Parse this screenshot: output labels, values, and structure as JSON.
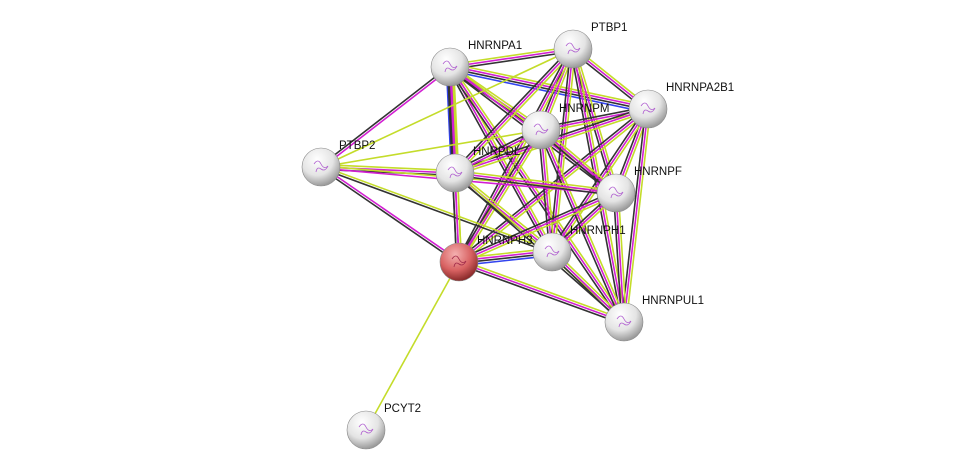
{
  "network": {
    "query_protein": "HNRNPH3",
    "nodes": [
      "HNRNPA1",
      "PTBP1",
      "HNRNPA2B1",
      "HNRNPM",
      "PTBP2",
      "HNRPDL",
      "HNRNPF",
      "HNRNPH3",
      "HNRNPH1",
      "HNRNPUL1",
      "PCYT2"
    ],
    "edges": [
      [
        "HNRNPA1",
        "PTBP1",
        [
          "y",
          "m",
          "k"
        ]
      ],
      [
        "HNRNPA1",
        "HNRNPA2B1",
        [
          "y",
          "m",
          "k",
          "b"
        ]
      ],
      [
        "HNRNPA1",
        "HNRNPM",
        [
          "y",
          "m",
          "k"
        ]
      ],
      [
        "HNRNPA1",
        "PTBP2",
        [
          "m",
          "k"
        ]
      ],
      [
        "HNRNPA1",
        "HNRPDL",
        [
          "y",
          "m",
          "k",
          "b"
        ]
      ],
      [
        "HNRNPA1",
        "HNRNPF",
        [
          "y",
          "m",
          "k"
        ]
      ],
      [
        "HNRNPA1",
        "HNRNPH3",
        [
          "y",
          "m",
          "k"
        ]
      ],
      [
        "HNRNPA1",
        "HNRNPH1",
        [
          "y",
          "m",
          "k"
        ]
      ],
      [
        "HNRNPA1",
        "HNRNPUL1",
        [
          "y",
          "m",
          "k"
        ]
      ],
      [
        "PTBP1",
        "HNRNPA2B1",
        [
          "y",
          "m",
          "k"
        ]
      ],
      [
        "PTBP1",
        "HNRNPM",
        [
          "y",
          "m",
          "k"
        ]
      ],
      [
        "PTBP1",
        "HNRPDL",
        [
          "y",
          "m",
          "k"
        ]
      ],
      [
        "PTBP1",
        "HNRNPF",
        [
          "y",
          "m",
          "k"
        ]
      ],
      [
        "PTBP1",
        "HNRNPH3",
        [
          "y",
          "m",
          "k"
        ]
      ],
      [
        "PTBP1",
        "HNRNPH1",
        [
          "y",
          "m",
          "k"
        ]
      ],
      [
        "PTBP1",
        "HNRNPUL1",
        [
          "y",
          "m",
          "k"
        ]
      ],
      [
        "PTBP1",
        "PTBP2",
        [
          "y"
        ]
      ],
      [
        "HNRNPA2B1",
        "HNRNPM",
        [
          "y",
          "m",
          "k"
        ]
      ],
      [
        "HNRNPA2B1",
        "HNRPDL",
        [
          "y",
          "m",
          "k"
        ]
      ],
      [
        "HNRNPA2B1",
        "HNRNPF",
        [
          "y",
          "m",
          "k"
        ]
      ],
      [
        "HNRNPA2B1",
        "HNRNPH3",
        [
          "y",
          "m",
          "k"
        ]
      ],
      [
        "HNRNPA2B1",
        "HNRNPH1",
        [
          "y",
          "m",
          "k"
        ]
      ],
      [
        "HNRNPA2B1",
        "HNRNPUL1",
        [
          "y",
          "m",
          "k"
        ]
      ],
      [
        "HNRNPM",
        "HNRPDL",
        [
          "y",
          "m",
          "k"
        ]
      ],
      [
        "HNRNPM",
        "HNRNPF",
        [
          "y",
          "m",
          "k"
        ]
      ],
      [
        "HNRNPM",
        "HNRNPH3",
        [
          "y",
          "m",
          "k"
        ]
      ],
      [
        "HNRNPM",
        "HNRNPH1",
        [
          "y",
          "m",
          "k"
        ]
      ],
      [
        "HNRNPM",
        "HNRNPUL1",
        [
          "y",
          "m",
          "k"
        ]
      ],
      [
        "HNRNPM",
        "PTBP2",
        [
          "y"
        ]
      ],
      [
        "PTBP2",
        "HNRPDL",
        [
          "y",
          "m",
          "k"
        ]
      ],
      [
        "PTBP2",
        "HNRNPF",
        [
          "y",
          "m"
        ]
      ],
      [
        "PTBP2",
        "HNRNPH3",
        [
          "m",
          "k"
        ]
      ],
      [
        "PTBP2",
        "HNRNPH1",
        [
          "y",
          "k"
        ]
      ],
      [
        "HNRPDL",
        "HNRNPF",
        [
          "y",
          "m",
          "k"
        ]
      ],
      [
        "HNRPDL",
        "HNRNPH3",
        [
          "y",
          "m",
          "k"
        ]
      ],
      [
        "HNRPDL",
        "HNRNPH1",
        [
          "y",
          "m",
          "k"
        ]
      ],
      [
        "HNRPDL",
        "HNRNPUL1",
        [
          "y",
          "k"
        ]
      ],
      [
        "HNRNPF",
        "HNRNPH3",
        [
          "y",
          "m",
          "k"
        ]
      ],
      [
        "HNRNPF",
        "HNRNPH1",
        [
          "y",
          "m",
          "k"
        ]
      ],
      [
        "HNRNPF",
        "HNRNPUL1",
        [
          "y",
          "m",
          "k"
        ]
      ],
      [
        "HNRNPH3",
        "HNRNPH1",
        [
          "y",
          "m",
          "k",
          "b"
        ]
      ],
      [
        "HNRNPH3",
        "HNRNPUL1",
        [
          "y",
          "m",
          "k"
        ]
      ],
      [
        "HNRNPH1",
        "HNRNPUL1",
        [
          "y",
          "m",
          "k"
        ]
      ],
      [
        "HNRNPH3",
        "PCYT2",
        [
          "y"
        ]
      ]
    ]
  },
  "colors": {
    "y": "#c4dc2a",
    "m": "#d21ed2",
    "k": "#333333",
    "b": "#3344ee",
    "query": "#d85858",
    "node": "#e6e6e6"
  }
}
